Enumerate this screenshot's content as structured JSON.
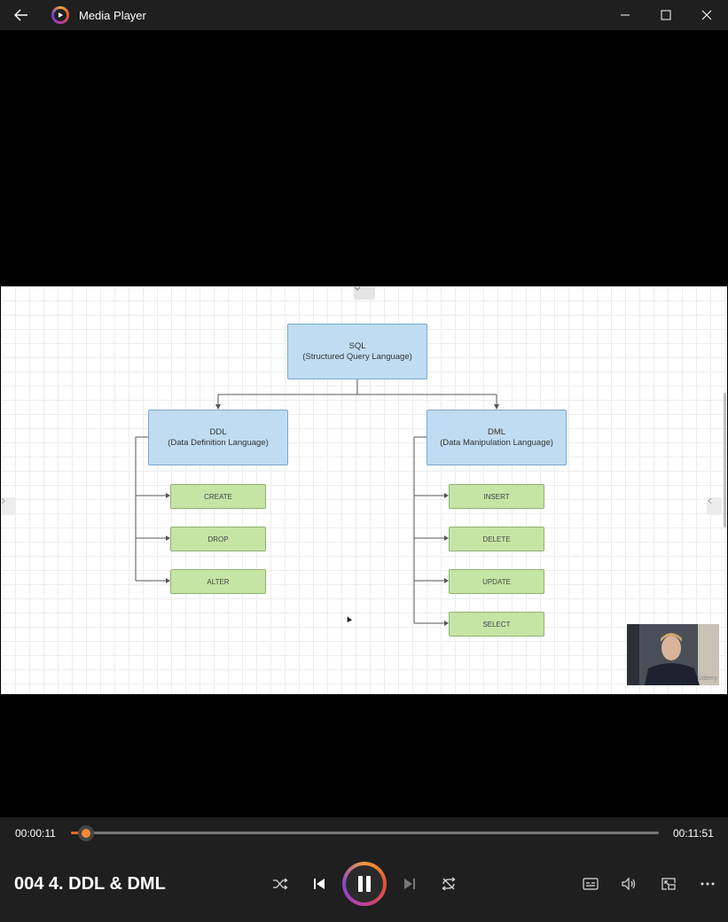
{
  "window": {
    "title": "Media Player"
  },
  "diagram": {
    "root": {
      "line1": "SQL",
      "line2": "(Structured Query Language)"
    },
    "left": {
      "line1": "DDL",
      "line2": "(Data Definition Language)",
      "items": [
        "CREATE",
        "DROP",
        "ALTER"
      ]
    },
    "right": {
      "line1": "DML",
      "line2": "(Data Manipulation Language)",
      "items": [
        "INSERT",
        "DELETE",
        "UPDATE",
        "SELECT"
      ]
    },
    "watermark": "Udemy"
  },
  "playback": {
    "current_time": "00:00:11",
    "total_time": "00:11:51",
    "progress": 0.016,
    "media_title": "004 4. DDL & DML",
    "state": "playing"
  },
  "colors": {
    "accent": "#e96a2a",
    "node_blue": "#bfdcf2",
    "node_green": "#c5e5a4"
  },
  "icons": {
    "back": "arrow-left-icon",
    "app": "media-player-logo-icon",
    "minimize": "minimize-icon",
    "maximize": "maximize-icon",
    "close": "close-icon",
    "shuffle": "shuffle-icon",
    "previous": "previous-icon",
    "pause": "pause-icon",
    "next": "next-icon",
    "repeat": "repeat-icon",
    "captions": "captions-icon",
    "volume": "volume-icon",
    "miniplayer": "miniplayer-icon",
    "more": "more-icon"
  }
}
